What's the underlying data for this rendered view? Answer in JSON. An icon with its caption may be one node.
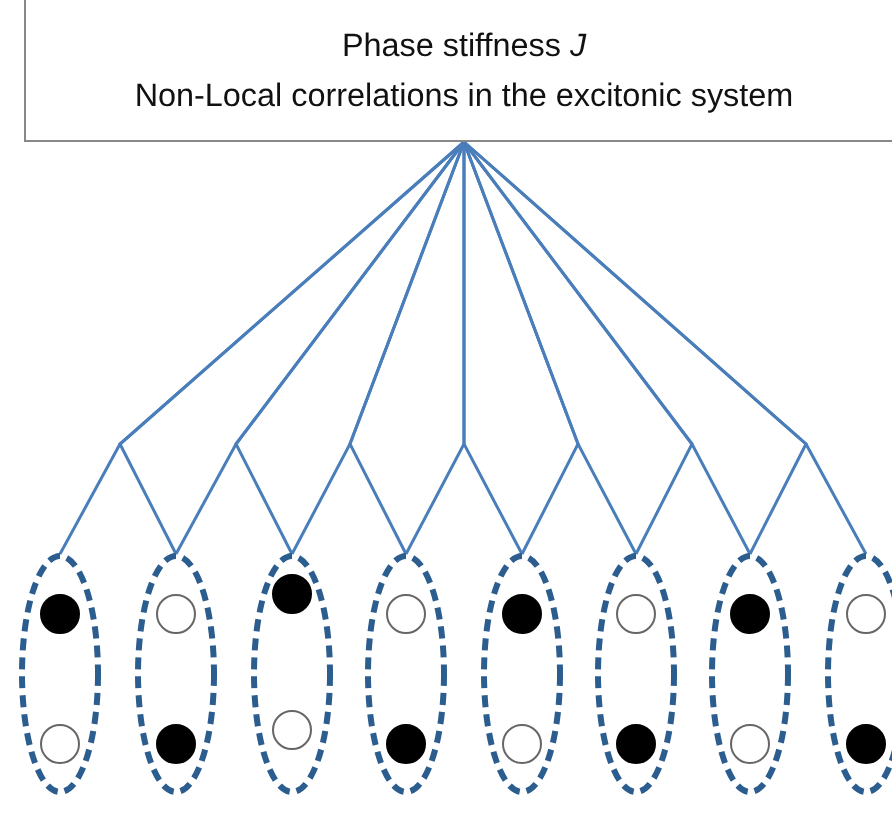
{
  "diagram": {
    "nodes": [
      {
        "text": [
          "Phase stiffness *J*",
          "Non-Local correlations in the excitonic system"
        ]
      },
      {
        "text": [],
        "shape": "ellipse"
      },
      {
        "text": [],
        "shape": "ellipse"
      },
      {
        "text": [],
        "shape": "ellipse"
      },
      {
        "text": [],
        "shape": "ellipse"
      },
      {
        "text": [],
        "shape": "ellipse"
      },
      {
        "text": [],
        "shape": "ellipse"
      },
      {
        "text": [],
        "shape": "ellipse"
      },
      {
        "text": [],
        "shape": "ellipse"
      }
    ],
    "edges": [
      {
        "from": 0,
        "to": 1,
        "arrow": "none"
      },
      {
        "from": 0,
        "to": 2,
        "arrow": "none"
      },
      {
        "from": 0,
        "to": 2,
        "arrow": "none"
      },
      {
        "from": 0,
        "to": 3,
        "arrow": "none"
      },
      {
        "from": 0,
        "to": 3,
        "arrow": "none"
      },
      {
        "from": 0,
        "to": 4,
        "arrow": "none"
      },
      {
        "from": 0,
        "to": 4,
        "arrow": "none"
      },
      {
        "from": 0,
        "to": 5,
        "arrow": "none"
      },
      {
        "from": 0,
        "to": 5,
        "arrow": "none"
      },
      {
        "from": 0,
        "to": 6,
        "arrow": "none"
      },
      {
        "from": 0,
        "to": 6,
        "arrow": "none"
      },
      {
        "from": 0,
        "to": 7,
        "arrow": "none"
      },
      {
        "from": 0,
        "to": 7,
        "arrow": "none"
      },
      {
        "from": 0,
        "to": 8,
        "arrow": "none"
      }
    ]
  }
}
